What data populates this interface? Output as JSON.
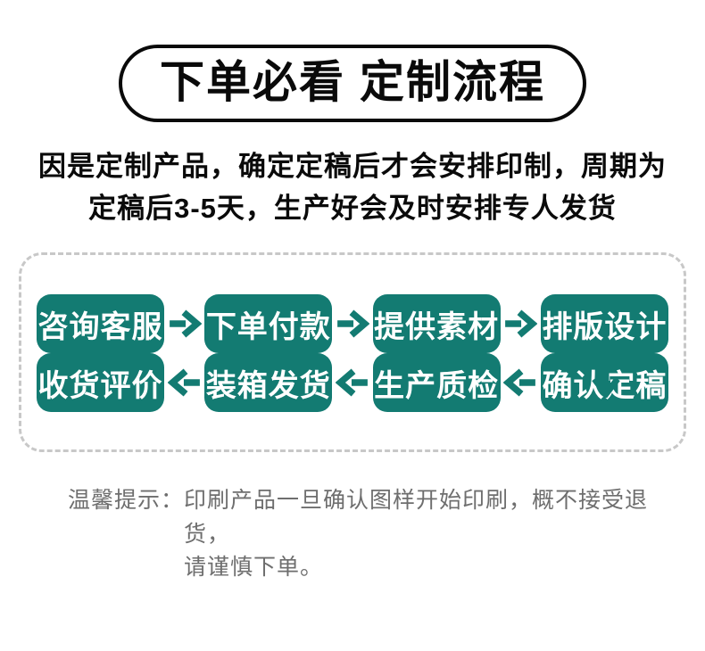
{
  "header": {
    "title": "下单必看 定制流程"
  },
  "intro": {
    "line1": "因是定制产品，确定定稿后才会安排印制，周期为",
    "line2": "定稿后3-5天，生产好会及时安排专人发货"
  },
  "flow": {
    "accent_color": "#137b72",
    "dashed_border_color": "#c8c8c8",
    "row1": [
      {
        "label": "咨询客服"
      },
      {
        "label": "下单付款"
      },
      {
        "label": "提供素材"
      },
      {
        "label": "排版设计"
      }
    ],
    "row2": [
      {
        "label": "收货评价"
      },
      {
        "label": "装箱发货"
      },
      {
        "label": "生产质检"
      },
      {
        "label": "确认定稿"
      }
    ],
    "icons": {
      "forward": "arrow-right-icon",
      "backward": "arrow-left-icon",
      "down": "arrow-down-icon"
    }
  },
  "note": {
    "label": "温馨提示：",
    "line1": "印刷产品一旦确认图样开始印刷，概不接受退货，",
    "line2": "请谨慎下单。"
  }
}
